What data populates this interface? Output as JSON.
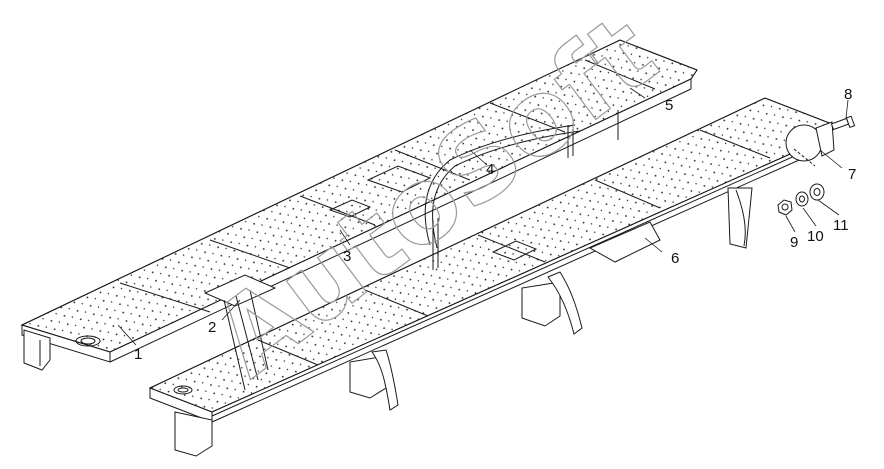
{
  "diagram": {
    "type": "exploded parts drawing",
    "watermark": "AutoSoft",
    "callouts": [
      {
        "id": "label-1",
        "text": "1"
      },
      {
        "id": "label-2",
        "text": "2"
      },
      {
        "id": "label-3",
        "text": "3"
      },
      {
        "id": "label-4",
        "text": "4"
      },
      {
        "id": "label-5",
        "text": "5"
      },
      {
        "id": "label-6",
        "text": "6"
      },
      {
        "id": "label-7",
        "text": "7"
      },
      {
        "id": "label-8",
        "text": "8"
      },
      {
        "id": "label-9",
        "text": "9"
      },
      {
        "id": "label-10",
        "text": "10"
      },
      {
        "id": "label-11",
        "text": "11"
      }
    ],
    "colors": {
      "line": "#1a1a1a",
      "watermark": "#9a9a9a",
      "background": "#ffffff"
    }
  }
}
